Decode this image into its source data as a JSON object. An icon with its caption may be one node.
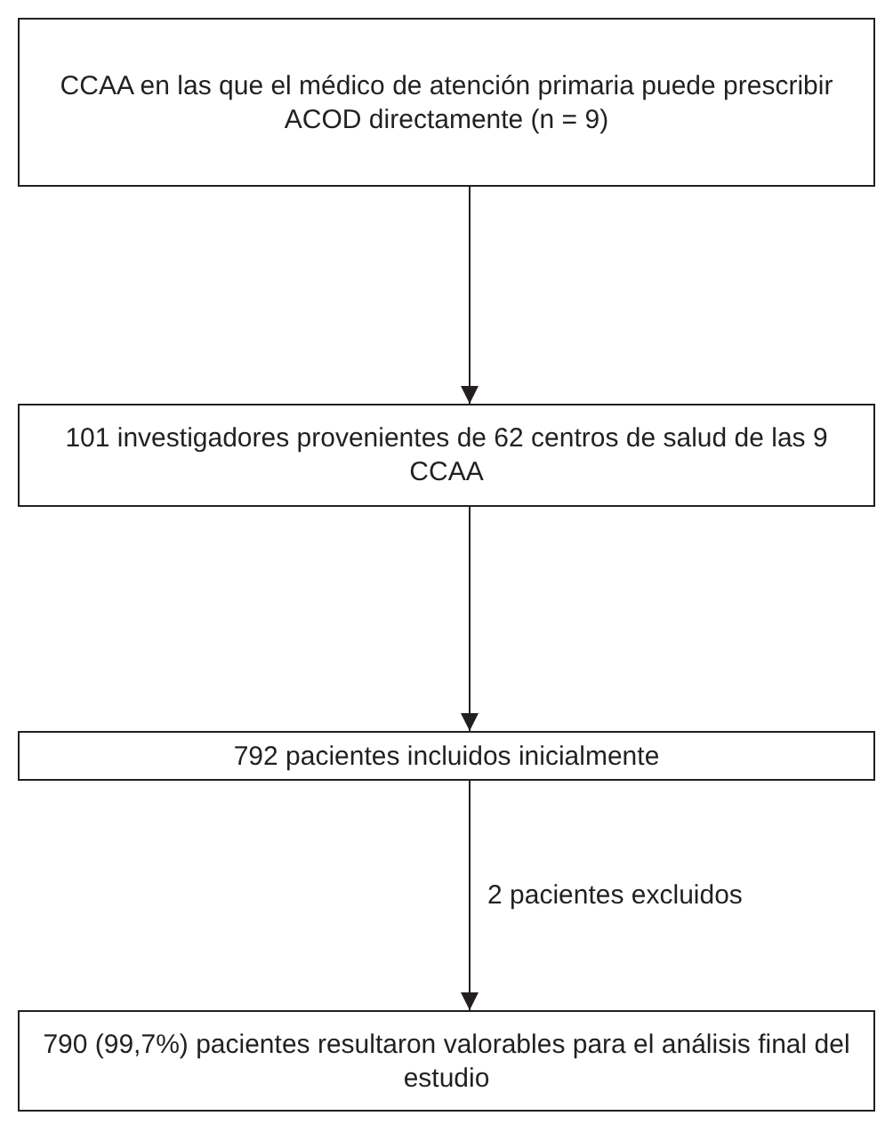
{
  "diagram": {
    "nodes": [
      {
        "text": [
          "CCAA en las que el médico de atención primaria puede prescribir ACOD directamente (n = 9)"
        ]
      },
      {
        "text": [
          "101 investigadores provenientes de 62 centros de salud de las 9 CCAA"
        ]
      },
      {
        "text": [
          "792 pacientes incluidos inicialmente"
        ]
      },
      {
        "text": [
          "790 (99,7%) pacientes resultaron valorables para el análisis final del estudio"
        ]
      }
    ],
    "edges": [
      {
        "from": 0,
        "to": 1,
        "arrow": "to"
      },
      {
        "from": 1,
        "to": 2,
        "arrow": "to"
      },
      {
        "from": 2,
        "to": 3,
        "arrow": "to",
        "label": "2 pacientes excluidos"
      }
    ]
  }
}
